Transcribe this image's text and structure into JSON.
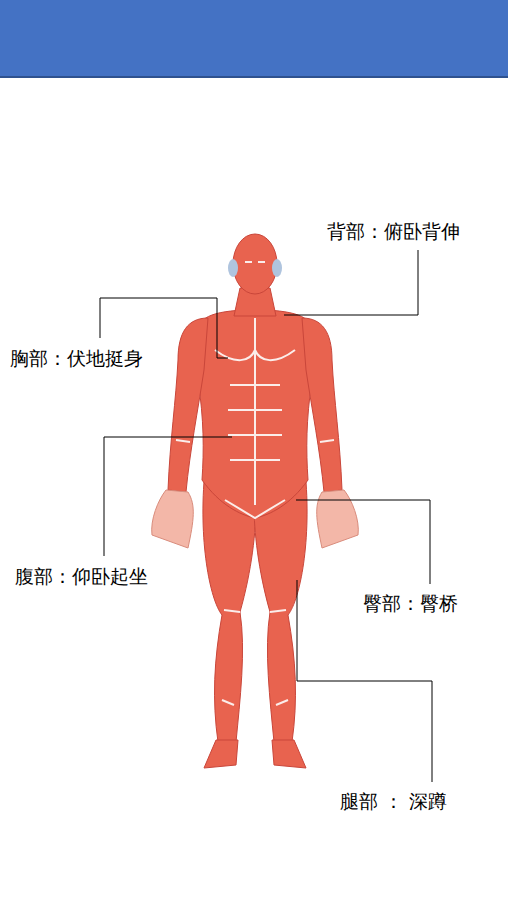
{
  "diagram": {
    "labels": [
      "背部：俯卧背伸",
      "胸部：伏地挺身",
      "腹部：仰卧起坐",
      "臀部：臀桥",
      "腿部 ： 深蹲"
    ]
  }
}
